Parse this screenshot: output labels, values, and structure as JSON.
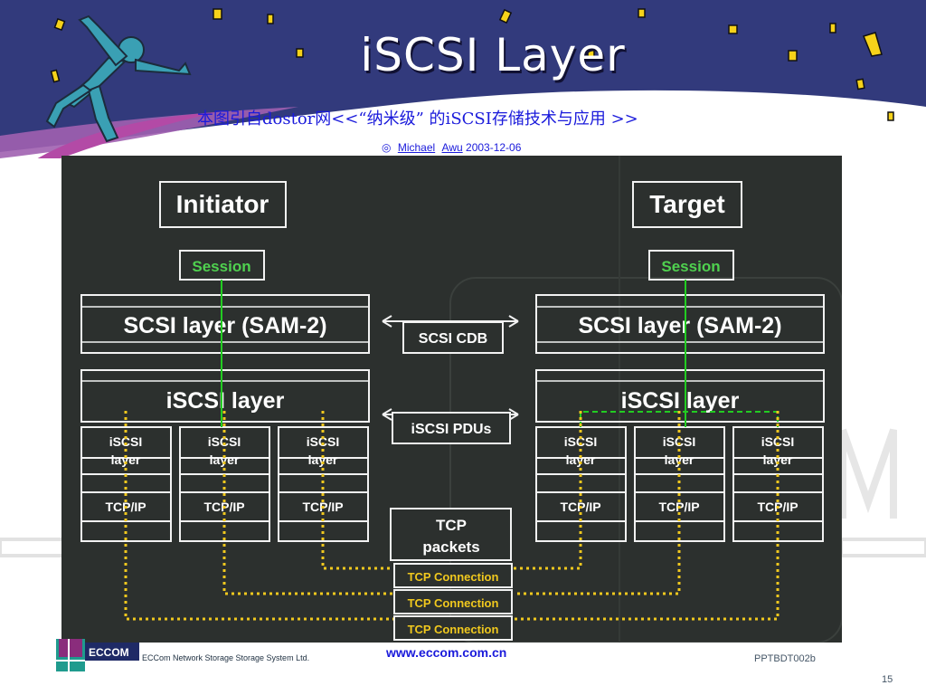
{
  "slide": {
    "title": "iSCSI Layer",
    "subtitle": "本图引自dostor网<<“纳米级” 的iSCSI存储技术与应用 >>",
    "credit_symbol": "◎",
    "credit_first": "Michael",
    "credit_last": "Awu",
    "credit_date": "2003-12-06"
  },
  "diagram": {
    "initiator_label": "Initiator",
    "target_label": "Target",
    "session_label": "Session",
    "scsi_layer_label": "SCSI layer (SAM-2)",
    "iscsi_layer_label": "iSCSI layer",
    "sub_iscsi_label": [
      "iSCSI",
      "layer"
    ],
    "tcpip_label": "TCP/IP",
    "scsi_cdb_label": "SCSI CDB",
    "iscsi_pdus_label": "iSCSI PDUs",
    "tcp_packets_label": [
      "TCP",
      "packets"
    ],
    "tcp_connection_label": "TCP Connection",
    "colors": {
      "background": "#2c302e",
      "box_border": "#f2f2f2",
      "session_text": "#4fd14f",
      "session_line": "#22cc22",
      "dotted_yellow": "#f0c81e",
      "connection_text": "#f0c81e"
    }
  },
  "footer": {
    "logo_text": "ECCOM",
    "company": "ECCom Network Storage Storage System Ltd.",
    "url": "www.eccom.com.cn",
    "code": "PPTBDT002b",
    "page": "15"
  }
}
